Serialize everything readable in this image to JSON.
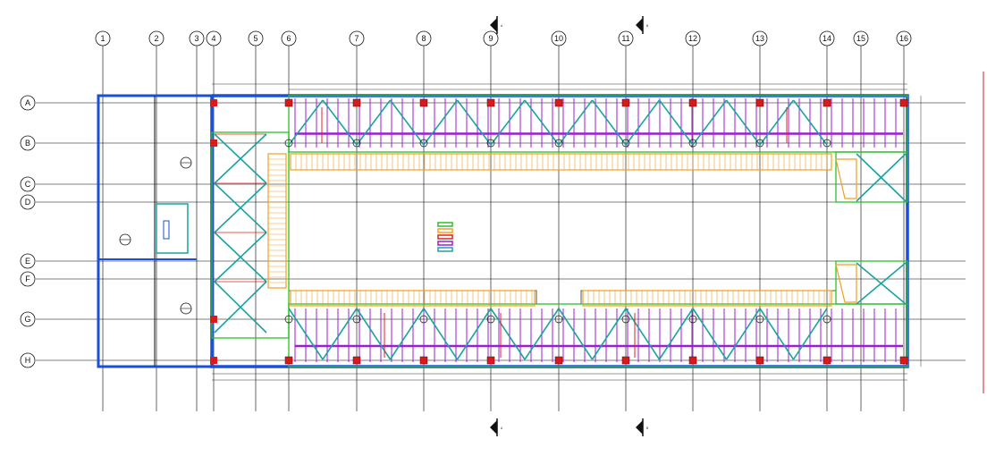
{
  "drawing": {
    "column_axes": [
      "1",
      "2",
      "3",
      "4",
      "5",
      "6",
      "7",
      "8",
      "9",
      "10",
      "11",
      "12",
      "13",
      "14",
      "15",
      "16"
    ],
    "row_axes": [
      "A",
      "B",
      "C",
      "D",
      "E",
      "F",
      "G",
      "H"
    ],
    "section_marks": [
      {
        "id": "top-A",
        "letter": "A"
      },
      {
        "id": "top-B",
        "letter": "B"
      },
      {
        "id": "bottom-A",
        "letter": "A"
      },
      {
        "id": "bottom-B",
        "letter": "B"
      }
    ],
    "colors": {
      "grid_line": "#000000",
      "wall": "#1a4fd8",
      "column": "#d81a1a",
      "truss_diagonal": "#19a3a3",
      "beam": "#9b1fd1",
      "joist": "#f0a020",
      "slab_edge": "#2ac02a",
      "annotation": "#e02020",
      "cut_line": "#d81a1a"
    },
    "legend": [
      {
        "color": "#2ac02a",
        "label": ""
      },
      {
        "color": "#f0a020",
        "label": ""
      },
      {
        "color": "#e02020",
        "label": ""
      },
      {
        "color": "#9b1fd1",
        "label": ""
      },
      {
        "color": "#19a3a3",
        "label": ""
      }
    ]
  }
}
